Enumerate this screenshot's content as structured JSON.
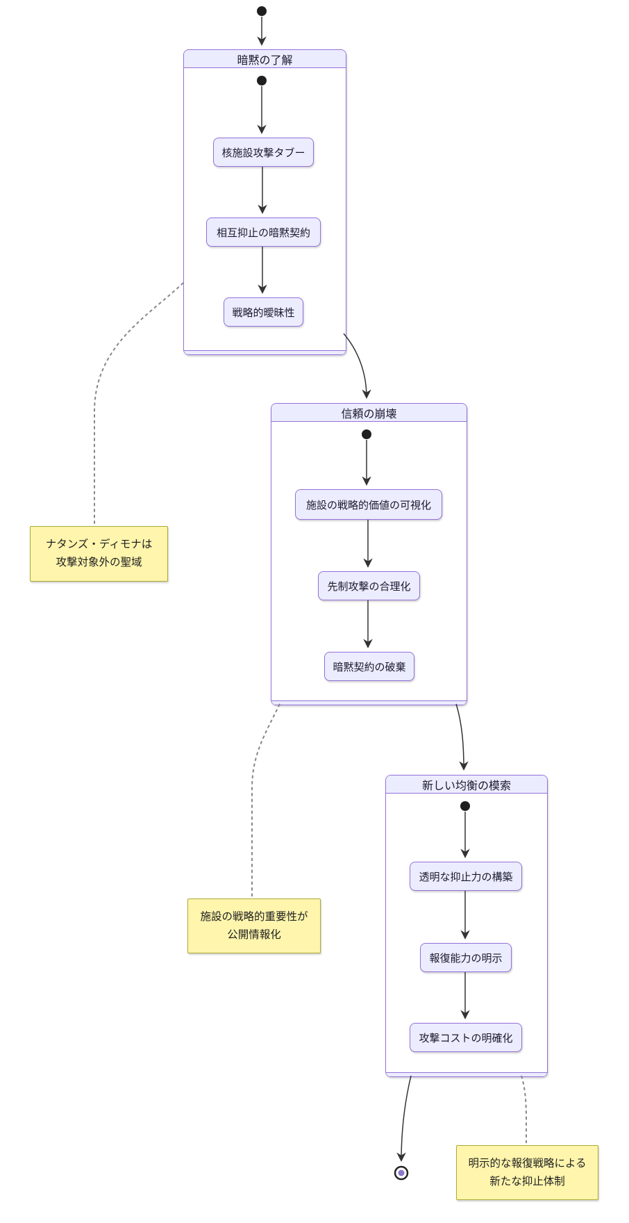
{
  "diagram": {
    "kind": "state-diagram",
    "colors": {
      "state_fill": "#ECECFF",
      "state_border": "#9370DB",
      "note_fill": "#fff5ad",
      "note_border": "#aaaa33",
      "solid_edge": "#333333",
      "dashed_edge": "#878787",
      "initial_dot": "#1f1f1f",
      "final_ring": "#222222",
      "final_inner": "#8c77cc"
    },
    "composites": [
      {
        "title": "暗黙の了解",
        "states": [
          "核施設攻撃タブー",
          "相互抑止の暗黙契約",
          "戦略的曖昧性"
        ]
      },
      {
        "title": "信頼の崩壊",
        "states": [
          "施設の戦略的価値の可視化",
          "先制攻撃の合理化",
          "暗黙契約の破棄"
        ]
      },
      {
        "title": "新しい均衡の模索",
        "states": [
          "透明な抑止力の構築",
          "報復能力の明示",
          "攻撃コストの明確化"
        ]
      }
    ],
    "notes": [
      {
        "lines": [
          "ナタンズ・ディモナは",
          "攻撃対象外の聖域"
        ]
      },
      {
        "lines": [
          "施設の戦略的重要性が",
          "公開情報化"
        ]
      },
      {
        "lines": [
          "明示的な報復戦略による",
          "新たな抑止体制"
        ]
      }
    ]
  }
}
